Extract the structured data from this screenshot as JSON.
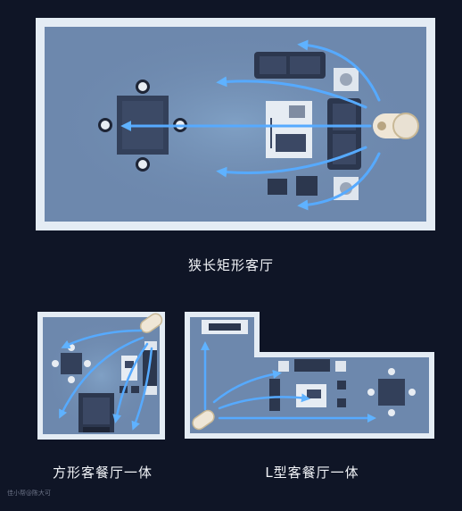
{
  "captions": {
    "narrow_room": "狭长矩形客厅",
    "square_room": "方形客餐厅一体",
    "l_room": "L型客餐厅一体"
  },
  "watermark": "佳小帮@陈大可",
  "colors": {
    "background": "#0f1526",
    "wall": "#dfe8f2",
    "floor": "#6c87ac",
    "arrow": "#4aa3ff",
    "furniture": "#34415a"
  }
}
